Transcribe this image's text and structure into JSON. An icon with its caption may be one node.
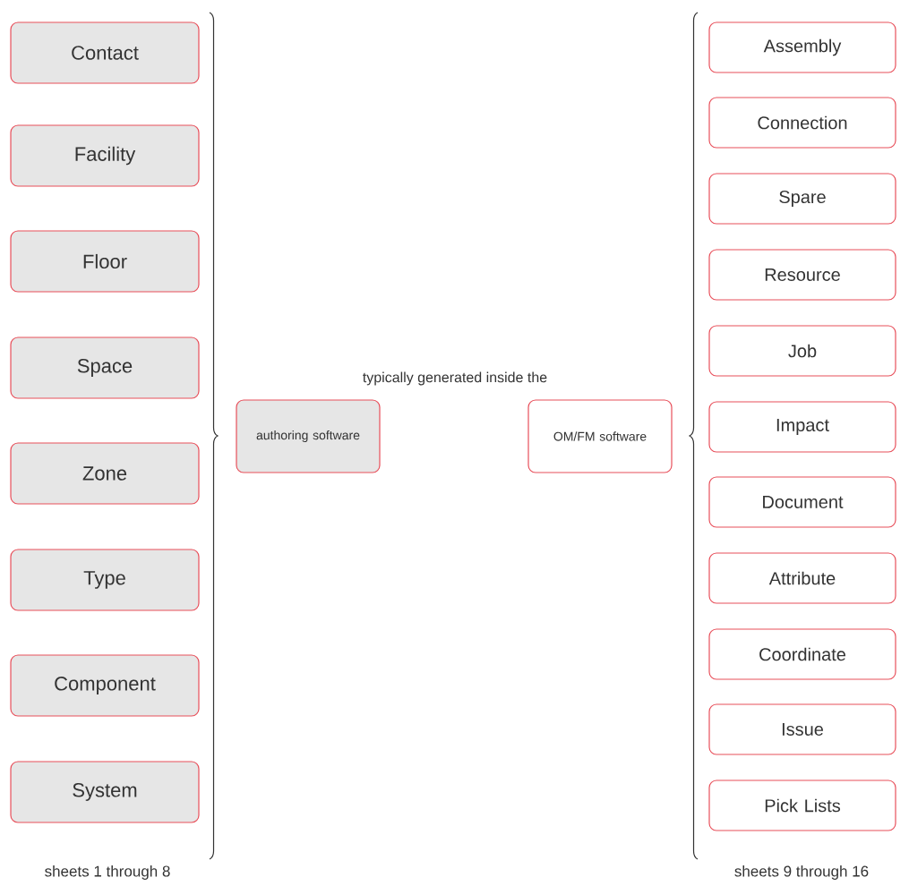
{
  "diagram": {
    "nodes": [
      {
        "text": [
          "Contact"
        ]
      },
      {
        "text": [
          "Facility"
        ]
      },
      {
        "text": [
          "Floor"
        ]
      },
      {
        "text": [
          "Space"
        ]
      },
      {
        "text": [
          "Zone"
        ]
      },
      {
        "text": [
          "Type"
        ]
      },
      {
        "text": [
          "Component"
        ]
      },
      {
        "text": [
          "System"
        ]
      },
      {
        "text": [
          "authoring software"
        ]
      },
      {
        "text": [
          "OM/FM software"
        ]
      },
      {
        "text": [
          "Assembly"
        ]
      },
      {
        "text": [
          "Connection"
        ]
      },
      {
        "text": [
          "Spare"
        ]
      },
      {
        "text": [
          "Resource"
        ]
      },
      {
        "text": [
          "Job"
        ]
      },
      {
        "text": [
          "Impact"
        ]
      },
      {
        "text": [
          "Document"
        ]
      },
      {
        "text": [
          "Attribute"
        ]
      },
      {
        "text": [
          "Coordinate"
        ]
      },
      {
        "text": [
          "Issue"
        ]
      },
      {
        "text": [
          "Pick Lists"
        ]
      }
    ],
    "labels": [
      "typically generated inside the",
      "sheets 1 through 8",
      "sheets 9 through 16"
    ]
  }
}
